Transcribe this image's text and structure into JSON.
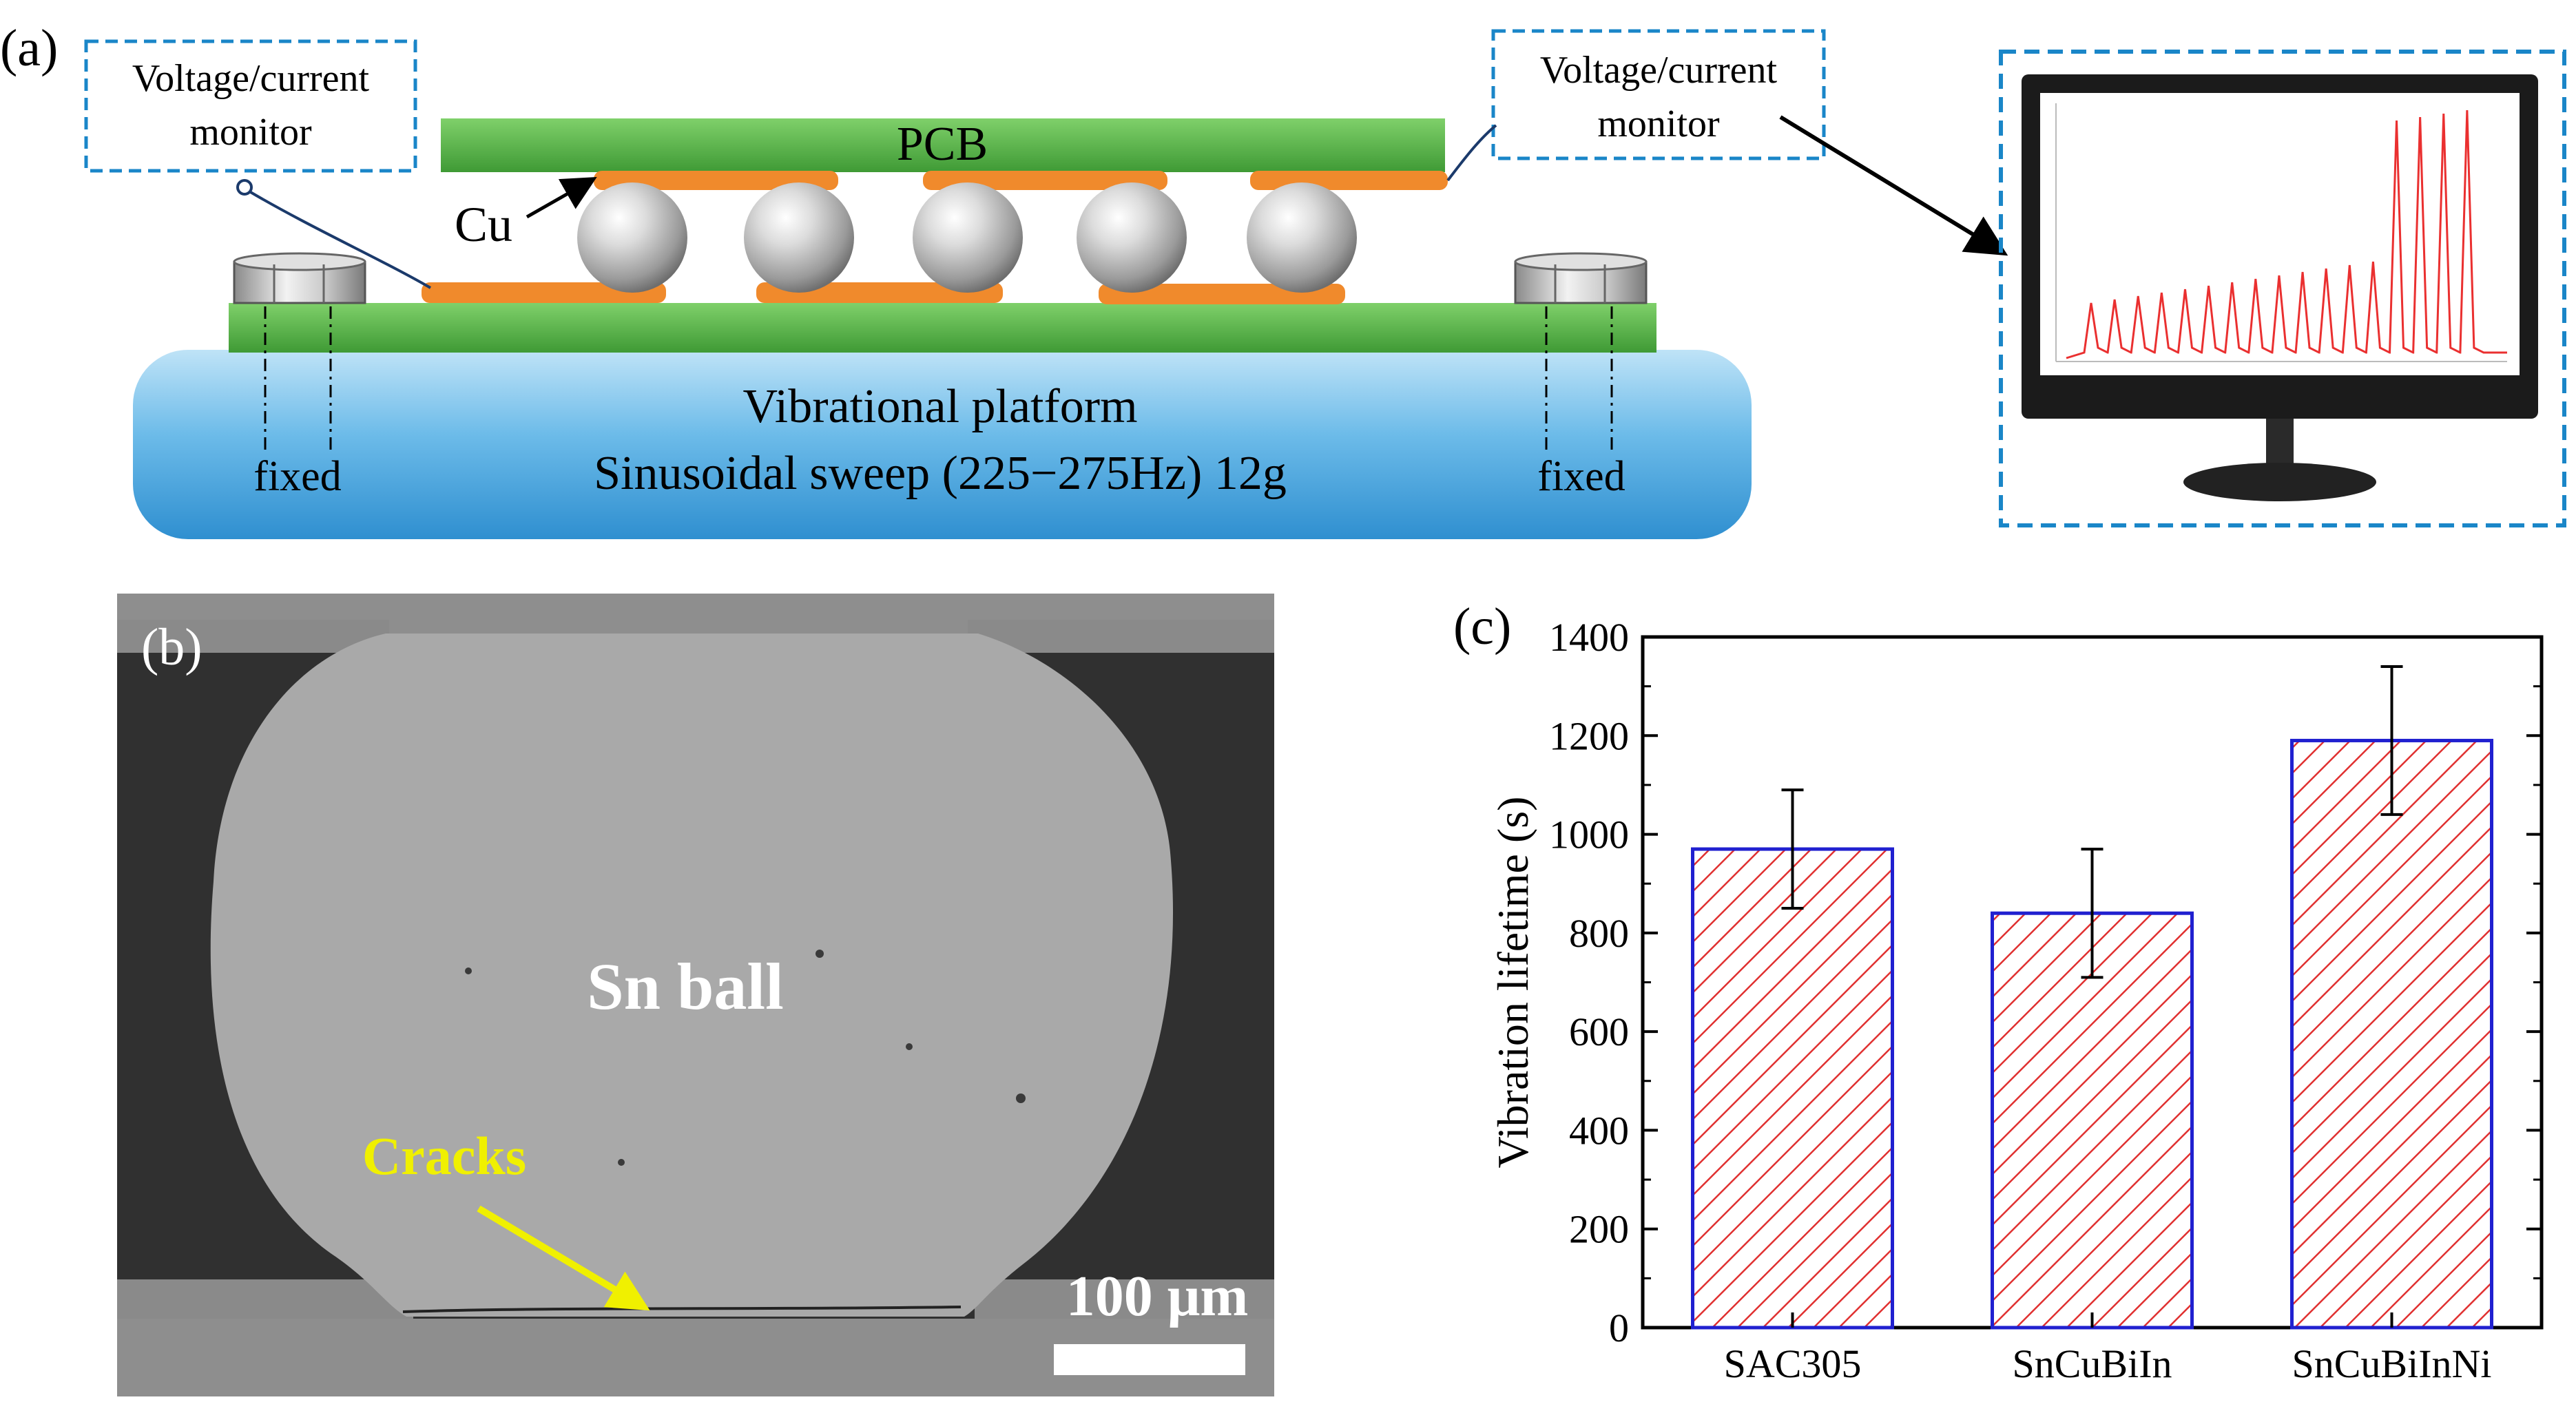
{
  "panel_a": {
    "label": "(a)",
    "monitor_left": {
      "line1": "Voltage/current",
      "line2": "monitor"
    },
    "monitor_right": {
      "line1": "Voltage/current",
      "line2": "monitor"
    },
    "pcb_label": "PCB",
    "cu_label": "Cu",
    "platform_line1": "Vibrational platform",
    "platform_line2": "Sinusoidal sweep (225−275Hz) 12g",
    "fixed_left": "fixed",
    "fixed_right": "fixed"
  },
  "panel_b": {
    "label": "(b)",
    "ball_label": "Sn ball",
    "cracks_label": "Cracks",
    "scale_label": "100 μm"
  },
  "panel_c": {
    "label": "(c)"
  },
  "colors": {
    "pcb_green": "#5bb84a",
    "pad_orange": "#f08a2c",
    "platform_blue": "#4aa3dc",
    "dash_blue": "#1a86c8",
    "bar_hatch": "#e03030",
    "bar_edge": "#2020d0",
    "crack_yellow": "#f0f000"
  },
  "chart_data": {
    "type": "bar",
    "categories": [
      "SAC305",
      "SnCuBiIn",
      "SnCuBiInNi"
    ],
    "values": [
      970,
      840,
      1190
    ],
    "errors": [
      120,
      130,
      150
    ],
    "title": "",
    "xlabel": "",
    "ylabel": "Vibration lifetime (s)",
    "ylim": [
      0,
      1400
    ],
    "yticks": [
      0,
      200,
      400,
      600,
      800,
      1000,
      1200,
      1400
    ],
    "grid": false,
    "bar_style": "red diagonal hatch, blue edge"
  }
}
